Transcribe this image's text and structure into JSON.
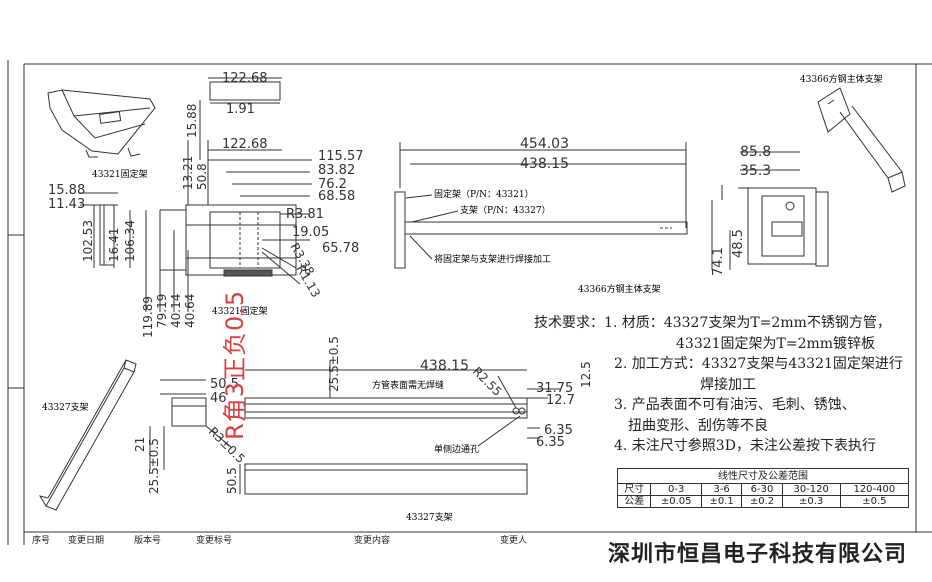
{
  "views": {
    "bracket_43321_iso": "43321固定架",
    "main_43366_iso": "43366方钢主体支架",
    "front_43366": "43366方钢主体支架",
    "top_43321": "43321固定架",
    "support_43327_iso": "43327支架",
    "support_43327_side": "43327支架"
  },
  "callouts": {
    "fixed_bracket": "固定架（P/N：43321）",
    "support": "支架（P/N：43327）",
    "weld": "将固定架与支架进行焊接加工",
    "surface": "方管表面需无焊缝",
    "side_hole": "单侧边通孔"
  },
  "dims": {
    "d_122_68a": "122.68",
    "d_1_91": "1.91",
    "d_15_88v": "15.88",
    "d_122_68b": "122.68",
    "d_115_57": "115.57",
    "d_83_82": "83.82",
    "d_76_2": "76.2",
    "d_68_58": "68.58",
    "d_13_21": "13.21",
    "d_50_8": "50.8",
    "d_15_88": "15.88",
    "d_11_43": "11.43",
    "d_102_53": "102.53",
    "d_16_41": "16.41",
    "d_106_34": "106.34",
    "d_r3_81": "R3.81",
    "d_19_05": "19.05",
    "d_r3_38": "R3.38",
    "d_65_78": "65.78",
    "d_r1_13": "R1.13",
    "d_119_89": "119.89",
    "d_79_19": "79.19",
    "d_40_14": "40.14",
    "d_40_64": "40.64",
    "d_454_03": "454.03",
    "d_438_15a": "438.15",
    "d_85_8": "85.8",
    "d_35_3": "35.3",
    "d_74_1": "74.1",
    "d_48_5": "48.5",
    "d_438_15b": "438.15",
    "d_25_5_top": "25.5±0.5",
    "d_50_5a": "50.5",
    "d_46": "46",
    "d_21": "21",
    "d_25_5_left": "25.5±0.5",
    "d_r3_0_5": "R3±0.5",
    "d_r2_55": "R2.55",
    "d_31_75": "31.75",
    "d_12_5": "12.5",
    "d_12_7": "12.7",
    "d_6_35a": "6.35",
    "d_6_35b": "6.35",
    "d_50_5b": "50.5"
  },
  "stamp": "R角3正负0.5",
  "tech": {
    "heading": "技术要求：",
    "item1a": "1. 材质：43327支架为T=2mm不锈钢方管，",
    "item1b": "43321固定架为T=2mm镀锌板",
    "item2a": "2. 加工方式：43327支架与43321固定架进行",
    "item2b": "焊接加工",
    "item3a": "3. 产品表面不可有油污、毛刺、锈蚀、",
    "item3b": "扭曲变形、刮伤等不良",
    "item4": "4. 未注尺寸参照3D，未注公差按下表执行"
  },
  "tolerance_table": {
    "title": "线性尺寸及公差范围",
    "row_label_size": "尺寸",
    "row_label_tol": "公差",
    "sizes": [
      "0-3",
      "3-6",
      "6-30",
      "30-120",
      "120-400"
    ],
    "tolerances": [
      "±0.05",
      "±0.1",
      "±0.2",
      "±0.3",
      "±0.5"
    ]
  },
  "revision": {
    "seq": "序号",
    "date": "变更日期",
    "version": "版本号",
    "mark": "变更标号",
    "content": "变更内容",
    "person": "变更人"
  },
  "company": "深圳市恒昌电子科技有限公司",
  "colors": {
    "line": "#333333",
    "stamp": "#d94040",
    "paper": "#ffffff"
  }
}
